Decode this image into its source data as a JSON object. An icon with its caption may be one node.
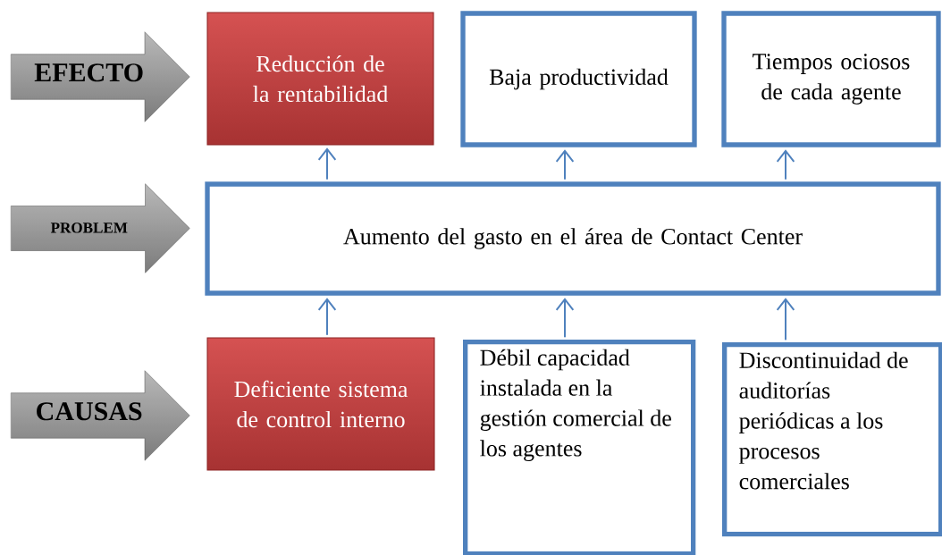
{
  "diagram": {
    "nodes": [
      {
        "text": [
          "EFECTO"
        ]
      },
      {
        "text": [
          "Reducción de la rentabilidad"
        ]
      },
      {
        "text": [
          "Baja productividad"
        ]
      },
      {
        "text": [
          "Tiempos ociosos de cada agente"
        ]
      },
      {
        "text": [
          "PROBLEM"
        ]
      },
      {
        "text": [
          "Aumento del gasto en el área de Contact Center"
        ]
      },
      {
        "text": [
          "CAUSAS"
        ]
      },
      {
        "text": [
          "Deficiente sistema de control interno"
        ]
      },
      {
        "text": [
          "Débil capacidad instalada en la gestión comercial de los agentes"
        ]
      },
      {
        "text": [
          "Discontinuidad de auditorías periódicas  a los procesos comerciales"
        ]
      }
    ],
    "edges": [
      {
        "from": 5,
        "to": 1,
        "arrow": "to"
      },
      {
        "from": 5,
        "to": 2,
        "arrow": "to"
      },
      {
        "from": 5,
        "to": 3,
        "arrow": "to"
      },
      {
        "from": 7,
        "to": 5,
        "arrow": "to"
      },
      {
        "from": 8,
        "to": 5,
        "arrow": "to"
      },
      {
        "from": 9,
        "to": 5,
        "arrow": "to"
      }
    ]
  }
}
